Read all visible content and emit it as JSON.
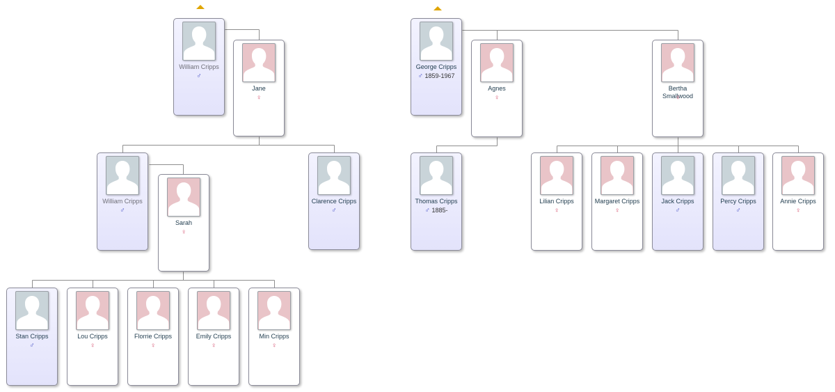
{
  "colors": {
    "male_card": "#e8e8fc",
    "female_card": "#ffffff",
    "male_photo": "#c9d4d9",
    "female_photo": "#e9c4c8",
    "male_symbol": "#4a55c7",
    "female_symbol": "#d6506f",
    "expand_arrow": "#e0a500",
    "connector": "#8e8e8e"
  },
  "icons": {
    "male": "♂",
    "female": "♀",
    "photo": "person-silhouette-icon",
    "expand": "expand-up-arrow-icon"
  },
  "trees": [
    {
      "father": {
        "name": "William Cripps",
        "sex": "male",
        "years": ""
      },
      "mother": {
        "name": "Jane",
        "sex": "female",
        "years": ""
      },
      "children": [
        {
          "name": "William Cripps",
          "sex": "male",
          "years": ""
        },
        {
          "name": "Clarence Cripps",
          "sex": "male",
          "years": ""
        }
      ],
      "spouse_of_child": {
        "name": "Sarah",
        "sex": "female",
        "years": ""
      },
      "grandchildren": [
        {
          "name": "Stan Cripps",
          "sex": "male",
          "years": ""
        },
        {
          "name": "Lou Cripps",
          "sex": "female",
          "years": ""
        },
        {
          "name": "Florrie Cripps",
          "sex": "female",
          "years": ""
        },
        {
          "name": "Emily Cripps",
          "sex": "female",
          "years": ""
        },
        {
          "name": "Min Cripps",
          "sex": "female",
          "years": ""
        }
      ]
    },
    {
      "father": {
        "name": "George Cripps",
        "sex": "male",
        "years": "1859-1967"
      },
      "wives": [
        {
          "name": "Agnes",
          "sex": "female",
          "years": ""
        },
        {
          "name": "Bertha Smallwood",
          "sex": "female",
          "years": ""
        }
      ],
      "children_of_first": [
        {
          "name": "Thomas Cripps",
          "sex": "male",
          "years": "1885-"
        }
      ],
      "children_of_second": [
        {
          "name": "Lilian Cripps",
          "sex": "female",
          "years": ""
        },
        {
          "name": "Margaret Cripps",
          "sex": "female",
          "years": ""
        },
        {
          "name": "Jack Cripps",
          "sex": "male",
          "years": ""
        },
        {
          "name": "Percy Cripps",
          "sex": "male",
          "years": ""
        },
        {
          "name": "Annie Cripps",
          "sex": "female",
          "years": ""
        }
      ]
    }
  ]
}
